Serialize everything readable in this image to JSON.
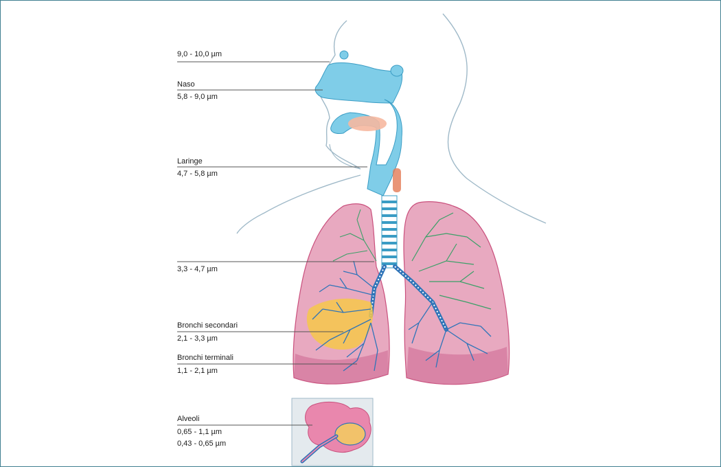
{
  "colors": {
    "frame": "#3f7f90",
    "airway": "#7fcde8",
    "airway_dark": "#3a9cc4",
    "lung": "#e8a9c0",
    "lung_edge": "#c94f7c",
    "branch_blue": "#2f74b8",
    "branch_green": "#3aa067",
    "highlight_yellow": "#f6c84a",
    "highlight_red": "#e47a55",
    "outline": "#9fb9c8"
  },
  "labels": {
    "l1": "9,0 - 10,0 µm",
    "naso": "Naso",
    "l2": "5,8 - 9,0 µm",
    "laringe": "Laringe",
    "l3": "4,7 - 5,8 µm",
    "l4": "3,3 - 4,7 µm",
    "bronchi_sec": "Bronchi secondari",
    "l5": "2,1 - 3,3 µm",
    "bronchi_term": "Bronchi terminali",
    "l6": "1,1 - 2,1 µm",
    "alveoli": "Alveoli",
    "l7": "0,65  -  1,1 µm",
    "l8": "0,43 - 0,65 µm"
  }
}
